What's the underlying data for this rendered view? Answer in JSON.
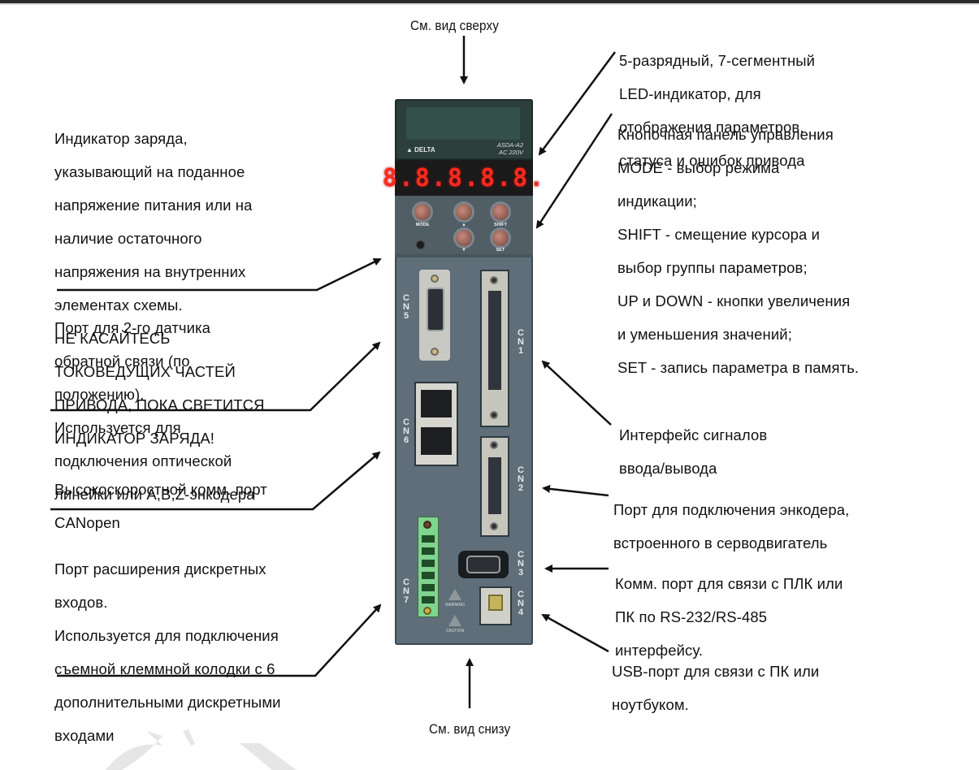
{
  "diagram": {
    "subject": "Servo drive front panel with labeled connectors",
    "top_view_label": "См. вид сверху",
    "bottom_view_label": "См. вид снизу",
    "device": {
      "brand": "DELTA",
      "model_line1": "ASDA-A2",
      "model_line2": "AC 220V",
      "led_display": "8.8.8.8.8.",
      "keys": [
        {
          "id": "mode",
          "label": "MODE"
        },
        {
          "id": "up",
          "label": "▲"
        },
        {
          "id": "shift",
          "label": "SHIFT"
        },
        {
          "id": "down",
          "label": "▼"
        },
        {
          "id": "set",
          "label": "SET"
        }
      ],
      "connectors": {
        "cn1": "CN1",
        "cn2": "CN2",
        "cn3": "CN3",
        "cn4": "CN4",
        "cn5": "CN5",
        "cn6": "CN6",
        "cn7": "CN7"
      },
      "warning_label": "WARNING",
      "caution_label": "CAUTION"
    },
    "annotations_left": [
      {
        "id": "charge-indicator",
        "lines": [
          "Индикатор заряда,",
          "указывающий на поданное",
          "напряжение питания или на",
          "наличие остаточного",
          "напряжения на внутренних",
          "элементах схемы.",
          "НЕ КАСАЙТЕСЬ",
          "ТОКОВЕДУЩИХ ЧАСТЕЙ",
          "ПРИВОДА, ПОКА СВЕТИТСЯ",
          "ИНДИКАТОР ЗАРЯДА!"
        ]
      },
      {
        "id": "cn5-feedback",
        "lines": [
          "Порт для 2-го датчика",
          "обратной связи (по",
          "положению).",
          "Используется для",
          "подключения оптической",
          "линейки или A,B,Z-энкодера"
        ]
      },
      {
        "id": "cn6-canopen",
        "lines": [
          "Высокоскоростной комм. порт",
          "CANopen"
        ]
      },
      {
        "id": "cn7-digital-inputs",
        "lines": [
          "Порт расширения дискретных",
          "входов.",
          "Используется для подключения",
          "съемной клеммной колодки с 6",
          "дополнительными дискретными",
          "входами"
        ]
      }
    ],
    "annotations_right": [
      {
        "id": "led-display",
        "lines": [
          "5-разрядный, 7-сегментный",
          "LED-индикатор, для",
          "отображения параметров,",
          "статуса и ошибок привода"
        ]
      },
      {
        "id": "keypad",
        "lines": [
          "Кнопочная панель управления",
          "MODE - выбор режима",
          "индикации;",
          "SHIFT - смещение курсора и",
          "выбор группы параметров;",
          "UP и DOWN - кнопки увеличения",
          "и уменьшения значений;",
          "SET - запись параметра в память."
        ]
      },
      {
        "id": "cn1-io",
        "lines": [
          "Интерфейс сигналов",
          "ввода/вывода"
        ]
      },
      {
        "id": "cn2-encoder",
        "lines": [
          "Порт для подключения энкодера,",
          "встроенного в серводвигатель"
        ]
      },
      {
        "id": "cn3-comm",
        "lines": [
          "Комм. порт для связи с ПЛК или",
          "ПК по RS-232/RS-485",
          "интерфейсу."
        ]
      },
      {
        "id": "cn4-usb",
        "lines": [
          "USB-порт для связи с ПК или",
          "ноутбуком."
        ]
      }
    ],
    "colors": {
      "drive_body": "#5f6e78",
      "led_digits": "#ff2a1e",
      "terminal_block": "#7fd48e",
      "text": "#111111"
    }
  }
}
